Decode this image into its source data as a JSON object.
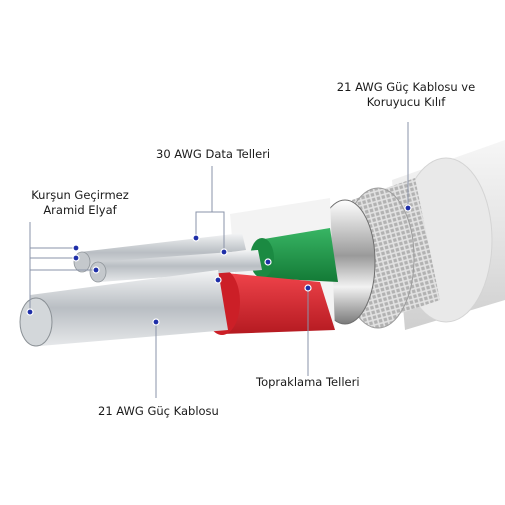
{
  "labels": {
    "power_cable_sheath": {
      "line1": "21 AWG Güç Kablosu ve",
      "line2": "Koruyucu Kılıf"
    },
    "data_wires": "30 AWG Data Telleri",
    "kevlar": {
      "line1": "Kurşun Geçirmez",
      "line2": "Aramid Elyaf"
    },
    "ground_wires": "Topraklama Telleri",
    "power_cable": "21 AWG Güç Kablosu"
  },
  "colors": {
    "sheath": "#eaeaea",
    "braid": "#b9b9b9",
    "green_insulation": "#1f9a4a",
    "red_insulation": "#e0262e",
    "copper_wire": "#cfd3d6",
    "callout_line": "#8a93a8",
    "callout_dot": "#1f2fa8"
  },
  "icons": [
    "callout-dot"
  ]
}
